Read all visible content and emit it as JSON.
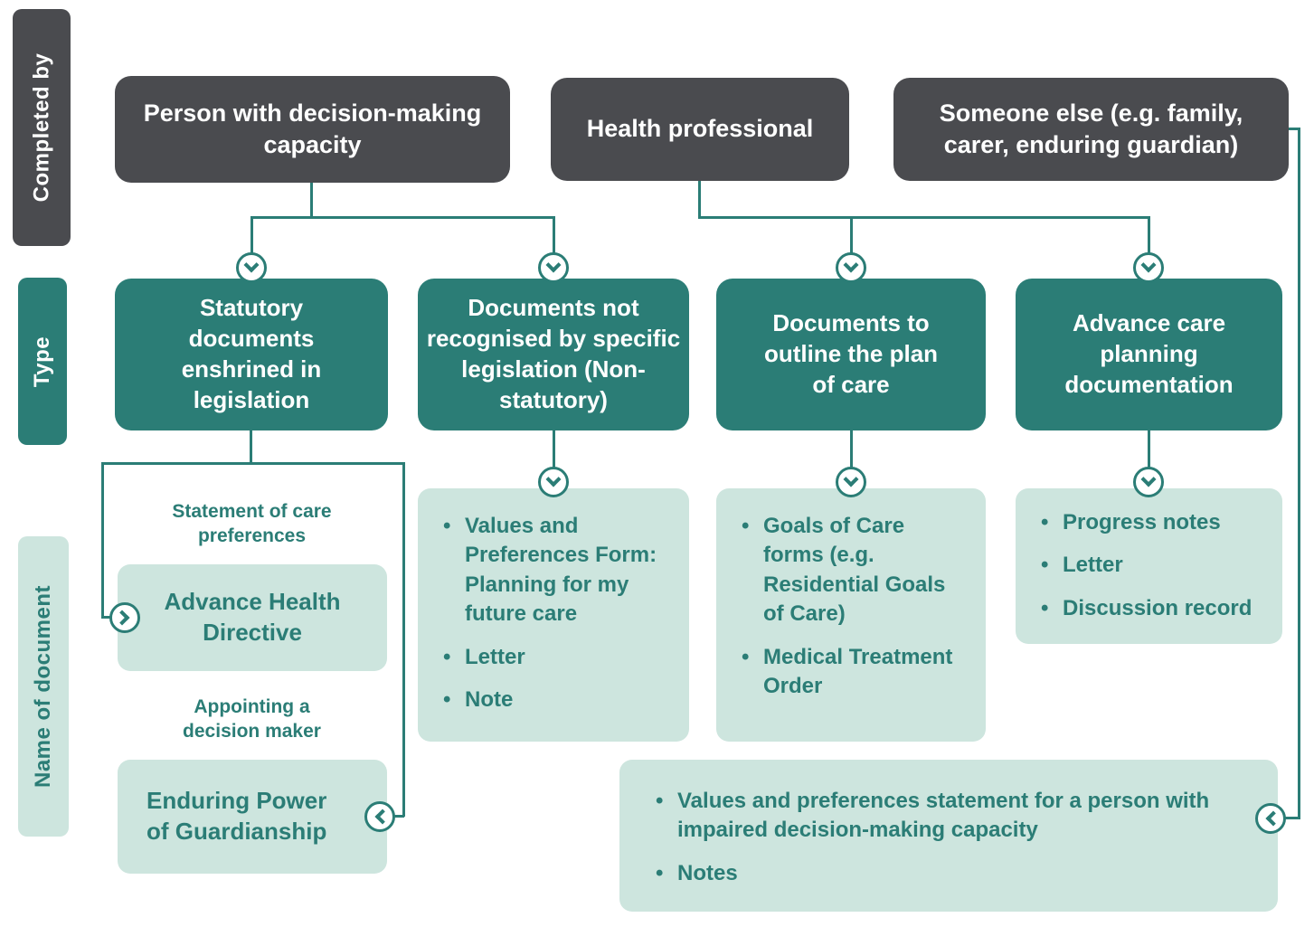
{
  "colors": {
    "dark": "#4a4b4f",
    "teal": "#2b7d76",
    "mint": "#cde5de"
  },
  "row_labels": {
    "completed_by": "Completed by",
    "type": "Type",
    "name_of_document": "Name of document"
  },
  "completed_by": {
    "person": "Person with decision-making capacity",
    "health_professional": "Health professional",
    "someone_else": "Someone else (e.g. family, carer, enduring guardian)"
  },
  "types": {
    "statutory": "Statutory documents enshrined in legislation",
    "non_statutory": "Documents not recognised by specific legislation (Non-statutory)",
    "plan_of_care": "Documents to outline the plan of care",
    "acp_documentation": "Advance care planning documentation"
  },
  "documents": {
    "statement_label": "Statement of care preferences",
    "statement_doc": "Advance Health Directive",
    "appointing_label": "Appointing a decision maker",
    "appointing_doc": "Enduring Power of Guardianship",
    "non_statutory_items": [
      "Values and Preferences Form: Planning for my future care",
      "Letter",
      "Note"
    ],
    "plan_of_care_items": [
      "Goals of Care forms (e.g. Residential Goals of Care)",
      "Medical Treatment Order"
    ],
    "acp_items": [
      "Progress notes",
      "Letter",
      "Discussion record"
    ],
    "someone_else_items": [
      "Values and preferences statement for a person with impaired decision-making capacity",
      "Notes"
    ]
  }
}
